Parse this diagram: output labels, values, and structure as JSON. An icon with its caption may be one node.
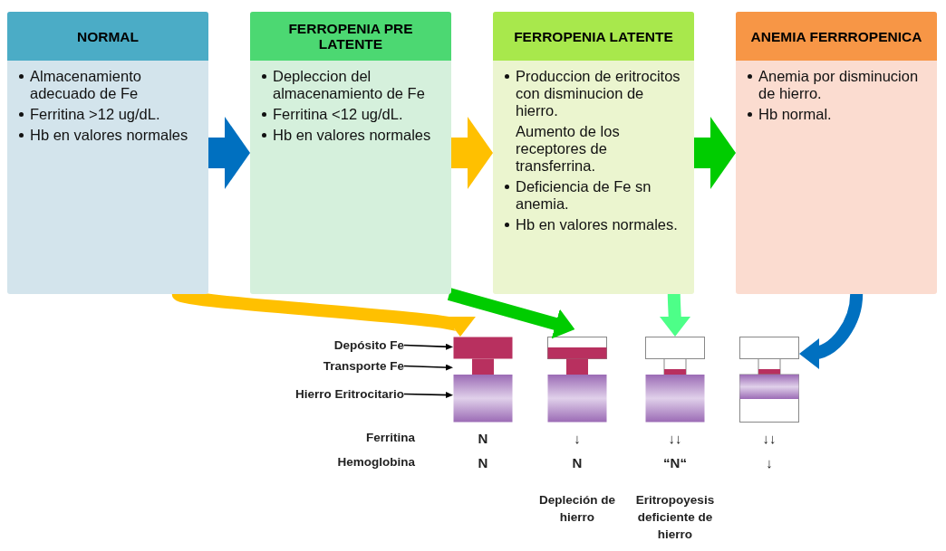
{
  "diagram": {
    "nodes": [
      {
        "text": [
          "NORMAL",
          "Almacenamiento adecuado de Fe",
          "Ferritina >12 ug/dL.",
          "Hb en valores normales"
        ]
      },
      {
        "text": [
          "FERROPENIA PRE LATENTE",
          "Depleccion del almacenamiento de Fe",
          "Ferritina <12 ug/dL.",
          "Hb en valores normales"
        ]
      },
      {
        "text": [
          "FERROPENIA LATENTE",
          "Produccion de eritrocitos con disminucion de hierro.",
          "Aumento de los receptores de transferrina.",
          "Deficiencia de Fe sn anemia.",
          "Hb en valores normales."
        ]
      },
      {
        "text": [
          "ANEMIA FERRROPENICA",
          "Anemia por disminucion de hierro.",
          "Hb normal."
        ]
      },
      {
        "text": [],
        "shape": "picture"
      },
      {
        "text": [],
        "shape": "picture"
      },
      {
        "text": [],
        "shape": "picture"
      },
      {
        "text": [],
        "shape": "picture"
      },
      {
        "text": [
          "Depósito Fe"
        ]
      },
      {
        "text": [
          "Transporte Fe"
        ]
      },
      {
        "text": [
          "Hierro Eritrocitario"
        ]
      }
    ],
    "edges": [
      {
        "from": 0,
        "to": 1,
        "arrow": "to",
        "style": "thick",
        "color": "#0070c0"
      },
      {
        "from": 1,
        "to": 2,
        "arrow": "to",
        "style": "thick",
        "color": "#ffc000"
      },
      {
        "from": 2,
        "to": 3,
        "arrow": "to",
        "style": "thick",
        "color": "#00cc00"
      },
      {
        "from": 0,
        "to": 4,
        "arrow": "to",
        "color": "#ffc000"
      },
      {
        "from": 1,
        "to": 5,
        "arrow": "to",
        "color": "#00cc00"
      },
      {
        "from": 2,
        "to": 6,
        "arrow": "to",
        "color": "#4dff88"
      },
      {
        "from": 3,
        "to": 7,
        "arrow": "to",
        "color": "#0070c0"
      },
      {
        "from": 8,
        "to": 4,
        "arrow": "to",
        "color": "#000000"
      },
      {
        "from": 9,
        "to": 4,
        "arrow": "to",
        "color": "#000000"
      },
      {
        "from": 10,
        "to": 4,
        "arrow": "to",
        "color": "#000000"
      }
    ],
    "labels": [
      "Ferritina",
      "N",
      "↓",
      "↓↓",
      "↓↓",
      "Hemoglobina",
      "N",
      "N",
      "“N“",
      "↓",
      "Depleción de hierro",
      "Eritropoyesis deficiente de hierro"
    ]
  }
}
